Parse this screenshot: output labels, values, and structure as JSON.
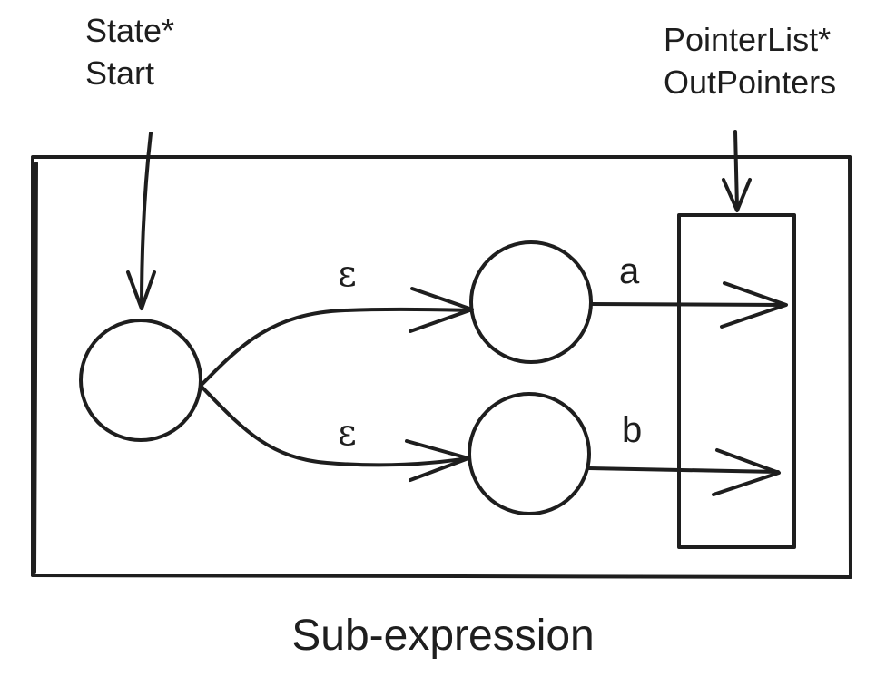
{
  "labels": {
    "start_type": "State*",
    "start_name": "Start",
    "out_type": "PointerList*",
    "out_name": "OutPointers",
    "caption": "Sub-expression"
  },
  "edges": {
    "epsilon_upper": "ε",
    "epsilon_lower": "ε",
    "symbol_a": "a",
    "symbol_b": "b"
  },
  "style": {
    "stroke_color": "#1e1e1e",
    "background": "#ffffff"
  }
}
